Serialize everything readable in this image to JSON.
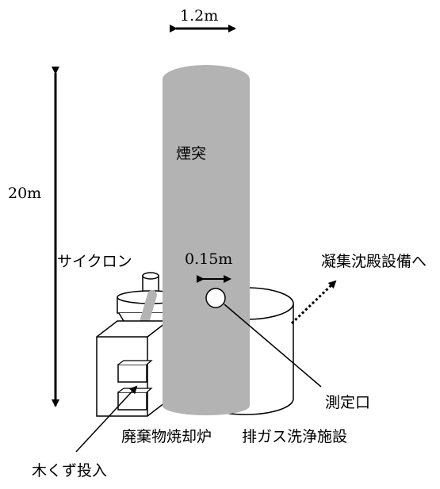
{
  "labels": {
    "chimney_diameter": "1.2m",
    "chimney_height": "20m",
    "chimney": "煙突",
    "cyclone": "サイクロン",
    "port_diameter": "0.15m",
    "to_coagulation": "凝集沈殿設備へ",
    "measurement_port": "測定口",
    "incinerator": "廃棄物焼却炉",
    "scrubber": "排ガス洗浄施設",
    "wood_input": "木くず投入"
  },
  "colors": {
    "chimney_fill": "#b3b3b3",
    "line": "#000000",
    "background": "#ffffff"
  }
}
